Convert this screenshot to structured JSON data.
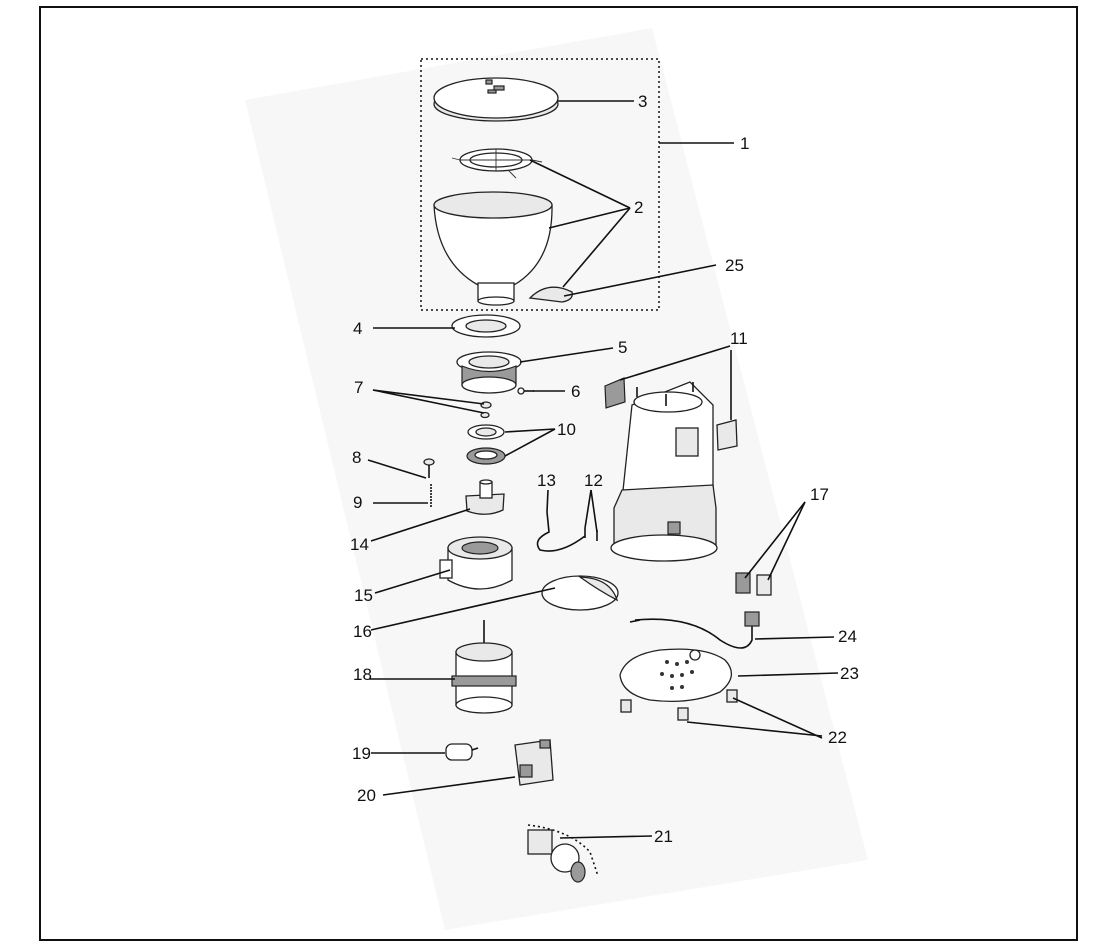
{
  "callouts": [
    {
      "id": "1",
      "label": "1"
    },
    {
      "id": "2",
      "label": "2"
    },
    {
      "id": "3",
      "label": "3"
    },
    {
      "id": "4",
      "label": "4"
    },
    {
      "id": "5",
      "label": "5"
    },
    {
      "id": "6",
      "label": "6"
    },
    {
      "id": "7",
      "label": "7"
    },
    {
      "id": "8",
      "label": "8"
    },
    {
      "id": "9",
      "label": "9"
    },
    {
      "id": "10",
      "label": "10"
    },
    {
      "id": "11",
      "label": "11"
    },
    {
      "id": "12",
      "label": "12"
    },
    {
      "id": "13",
      "label": "13"
    },
    {
      "id": "14",
      "label": "14"
    },
    {
      "id": "15",
      "label": "15"
    },
    {
      "id": "16",
      "label": "16"
    },
    {
      "id": "17",
      "label": "17"
    },
    {
      "id": "18",
      "label": "18"
    },
    {
      "id": "19",
      "label": "19"
    },
    {
      "id": "20",
      "label": "20"
    },
    {
      "id": "21",
      "label": "21"
    },
    {
      "id": "22",
      "label": "22"
    },
    {
      "id": "23",
      "label": "23"
    },
    {
      "id": "24",
      "label": "24"
    },
    {
      "id": "25",
      "label": "25"
    }
  ],
  "colors": {
    "ink": "#111111",
    "paper": "#ffffff",
    "shade": "#e9e9e9"
  }
}
